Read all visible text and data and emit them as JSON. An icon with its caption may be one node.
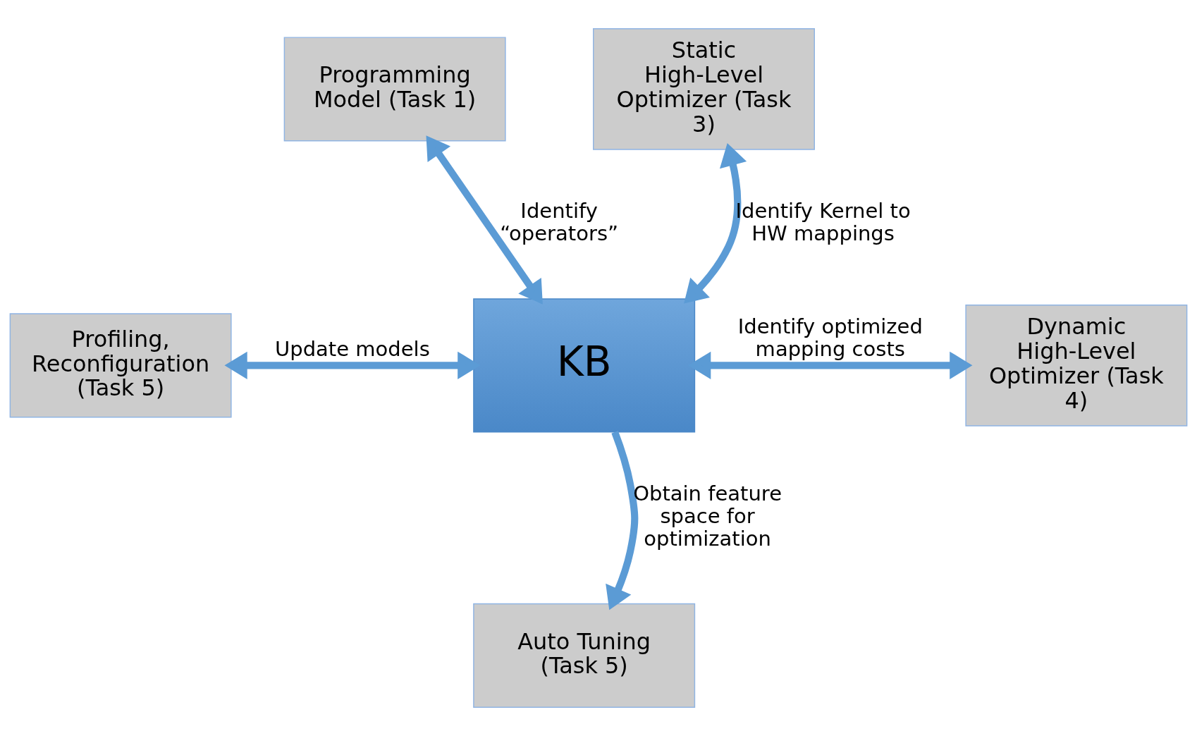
{
  "diagram": {
    "nodes": [
      {
        "text": [
          "Programming Model (Task 1)"
        ]
      },
      {
        "text": [
          "Static High-Level Optimizer (Task 3)"
        ]
      },
      {
        "text": [
          "Profiling, Reconfiguration (Task 5)"
        ]
      },
      {
        "text": [
          "KB"
        ]
      },
      {
        "text": [
          "Dynamic High-Level Optimizer (Task 4)"
        ]
      },
      {
        "text": [
          "Auto Tuning (Task 5)"
        ]
      }
    ],
    "edges": [
      {
        "from": 3,
        "to": 0,
        "arrow": "both",
        "label": "Identify “operators”"
      },
      {
        "from": 3,
        "to": 1,
        "arrow": "both",
        "label": "Identify Kernel to HW mappings"
      },
      {
        "from": 3,
        "to": 2,
        "arrow": "both",
        "label": "Update models"
      },
      {
        "from": 3,
        "to": 4,
        "arrow": "both",
        "label": "Identify optimized mapping costs"
      },
      {
        "from": 3,
        "to": 5,
        "arrow": "to",
        "label": "Obtain feature space for optimization"
      }
    ]
  }
}
